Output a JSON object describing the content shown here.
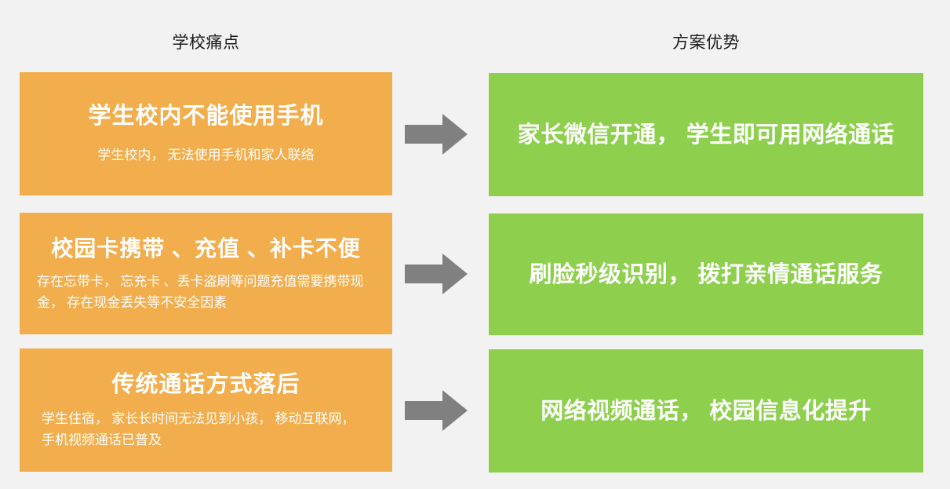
{
  "headers": {
    "left": "学校痛点",
    "right": "方案优势"
  },
  "colors": {
    "background": "#f2f2f2",
    "pain_card": "#f2ad4d",
    "solution_card": "#8ed04e",
    "arrow": "#808080",
    "card_text": "#ffffff",
    "header_text": "#1a1a1a"
  },
  "rows": [
    {
      "pain": {
        "title": "学生校内不能使用手机",
        "subtitle": "学生校内， 无法使用手机和家人联络"
      },
      "arrow": "right-arrow-icon",
      "solution": {
        "text": "家长微信开通， 学生即可用网络通话"
      }
    },
    {
      "pain": {
        "title": "校园卡携带 、充值 、补卡不便",
        "subtitle": "存在忘带卡， 忘充卡 、丢卡盗刷等问题充值需要携带现金， 存在现金丢失等不安全因素"
      },
      "arrow": "right-arrow-icon",
      "solution": {
        "text": "刷脸秒级识别， 拨打亲情通话服务"
      }
    },
    {
      "pain": {
        "title": "传统通话方式落后",
        "subtitle": "学生住宿， 家长长时间无法见到小孩， 移动互联网， 手机视频通话已普及"
      },
      "arrow": "right-arrow-icon",
      "solution": {
        "text": "网络视频通话， 校园信息化提升"
      }
    }
  ]
}
